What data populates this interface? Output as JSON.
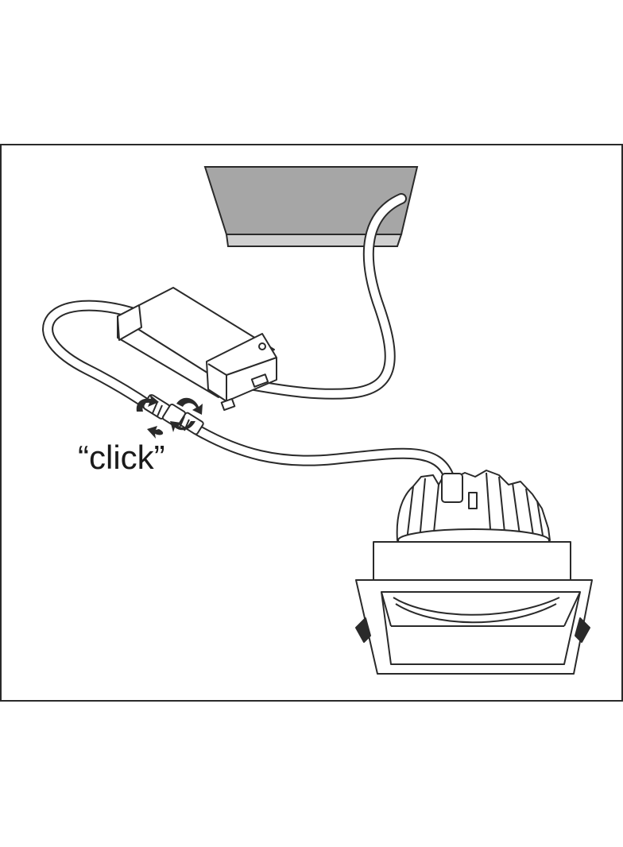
{
  "diagram": {
    "annotation": "“click”",
    "colors": {
      "stroke": "#2a2a2a",
      "ceiling_fill": "#a6a6a6",
      "ceiling_edge": "#d0d0d0",
      "paper": "#ffffff"
    },
    "parts": [
      "ceiling-panel",
      "led-driver-box",
      "mains-cable",
      "connector-plug",
      "rotate-arrows-icon",
      "downlight-heatsink",
      "downlight-square-trim"
    ]
  }
}
